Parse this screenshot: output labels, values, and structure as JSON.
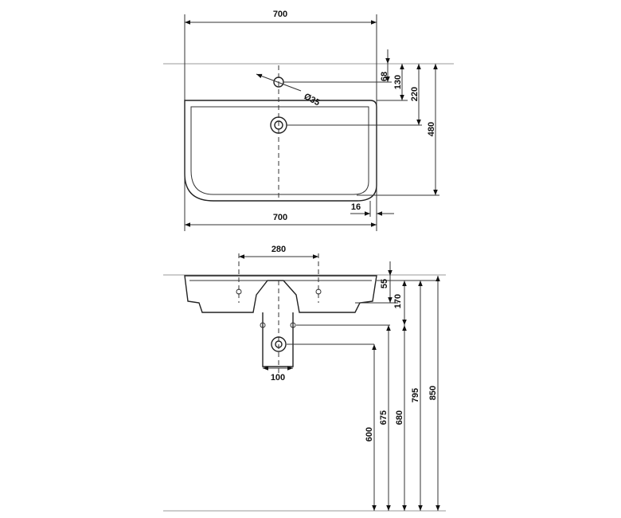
{
  "top_view": {
    "dims": {
      "width_top": "700",
      "width_bottom": "700",
      "d68": "68",
      "d130": "130",
      "d220": "220",
      "d480": "480",
      "d16": "16",
      "tap_hole": "Ø35"
    }
  },
  "front_view": {
    "dims": {
      "d280": "280",
      "d55": "55",
      "d170": "170",
      "d100": "100",
      "h600": "600",
      "h675": "675",
      "h680": "680",
      "h795": "795",
      "h850": "850"
    }
  }
}
